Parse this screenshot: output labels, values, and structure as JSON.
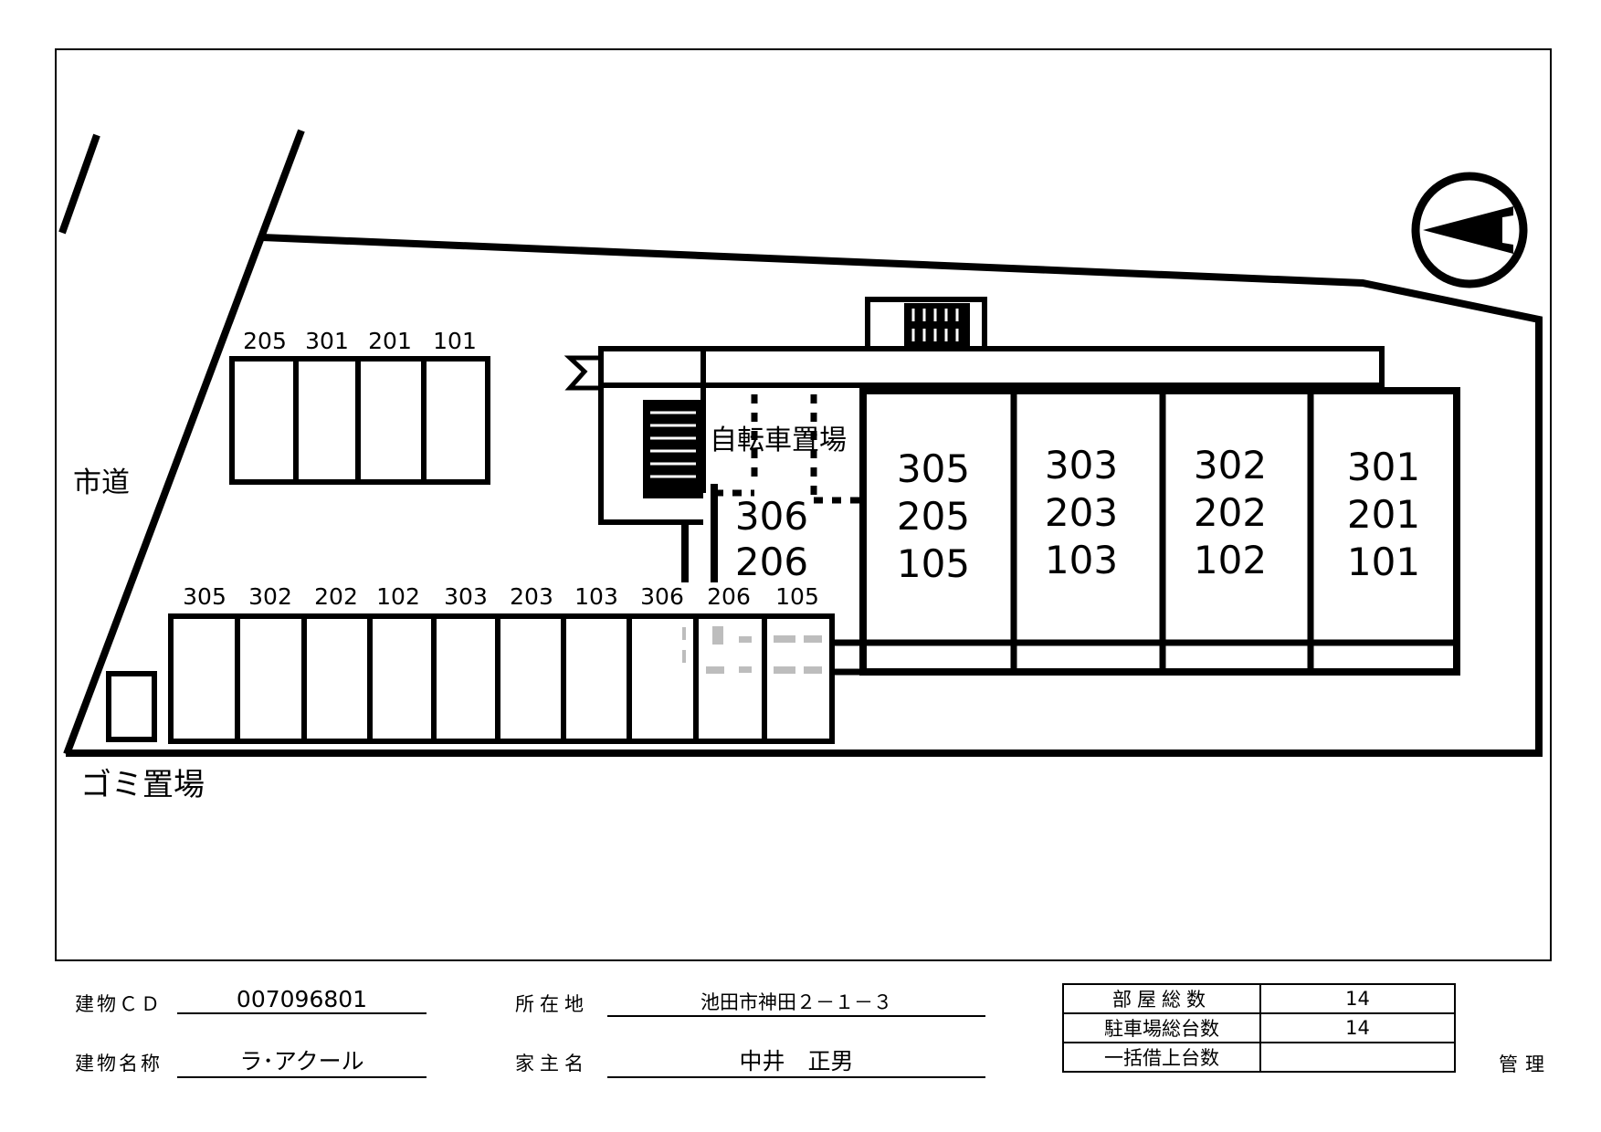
{
  "site_plan": {
    "road_label": "市道",
    "garbage_label": "ゴミ置場",
    "bicycle_label": "自転車置場",
    "parking_top": [
      "205",
      "301",
      "201",
      "101"
    ],
    "parking_bottom": [
      "305",
      "302",
      "202",
      "102",
      "303",
      "203",
      "103",
      "306",
      "206",
      "105"
    ],
    "unit_306": [
      "306",
      "206"
    ],
    "units": [
      {
        "rooms": [
          "305",
          "205",
          "105"
        ]
      },
      {
        "rooms": [
          "303",
          "203",
          "103"
        ]
      },
      {
        "rooms": [
          "302",
          "202",
          "102"
        ]
      },
      {
        "rooms": [
          "301",
          "201",
          "101"
        ]
      }
    ],
    "north_arrow_icon": "north-arrow-icon"
  },
  "info": {
    "building_cd_label": "建物ＣＤ",
    "building_cd": "007096801",
    "building_name_label": "建物名称",
    "building_name": "ラ･アクール",
    "location_label": "所在地",
    "location": "池田市神田２－１－３",
    "owner_label": "家主名",
    "owner": "中井　正男"
  },
  "summary_table": {
    "rows": [
      {
        "label": "部屋総数",
        "value": "14"
      },
      {
        "label": "駐車場総台数",
        "value": "14"
      },
      {
        "label": "一括借上台数",
        "value": ""
      }
    ]
  },
  "management_label": "管理"
}
